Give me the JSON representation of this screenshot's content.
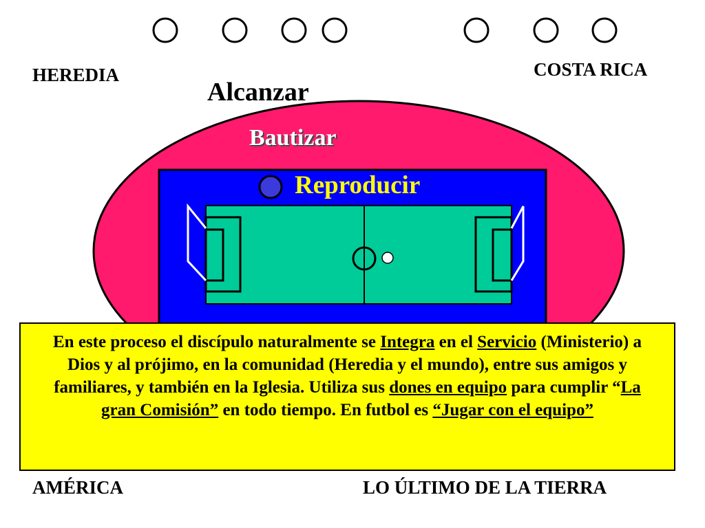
{
  "labels": {
    "heredia": "HEREDIA",
    "costa_rica": "COSTA RICA",
    "alcanzar": "Alcanzar",
    "bautizar": "Bautizar",
    "reproducir": "Reproducir",
    "america": "AMÉRICA",
    "ultimo": "LO ÚLTIMO DE LA TIERRA"
  },
  "description": {
    "s1": "En este proceso el discípulo naturalmente se ",
    "u1": "Integra",
    "s2": " en el ",
    "u2": "Servicio",
    "s3": " (Ministerio) a Dios y al prójimo, en la comunidad (Heredia y el mundo), entre sus amigos y familiares, y también en la Iglesia. Utiliza sus ",
    "u3": "dones en equipo",
    "s4": " para cumplir “",
    "u4": "La gran Comisión”",
    "s5": " en todo tiempo.  En futbol es ",
    "u5": "“Jugar con el equipo”"
  },
  "colors": {
    "ellipse": "#ff1a6e",
    "rectangle": "#0000ff",
    "field": "#00cc99",
    "textbox": "#ffff00",
    "player": "#3b3bdb"
  },
  "icons": [
    "player-circle",
    "soccer-ball"
  ]
}
